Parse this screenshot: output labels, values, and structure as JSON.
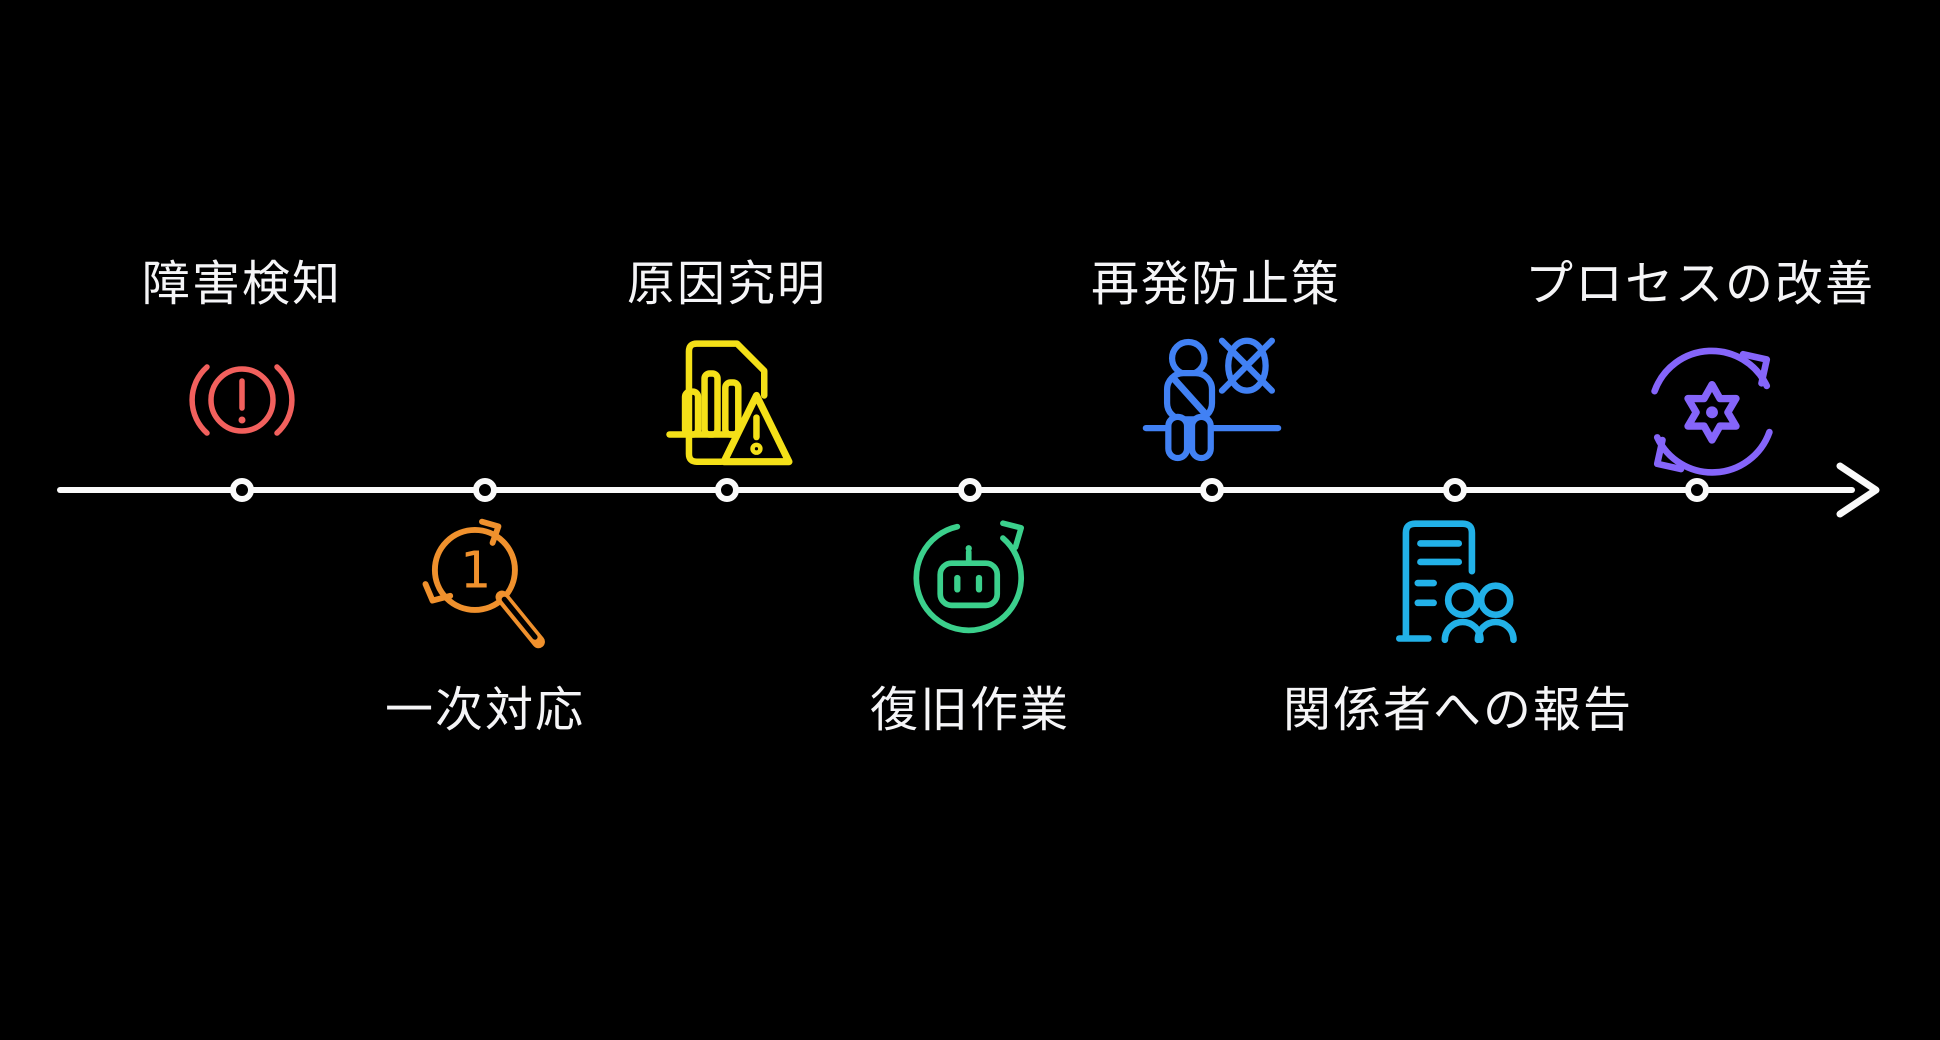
{
  "diagram": {
    "type": "timeline",
    "background_color": "#000000",
    "timeline_color": "#fafafa",
    "marker_count": 7,
    "stages": [
      {
        "label": "障害検知",
        "icon": "brake-alert-icon",
        "color": "#f2605d",
        "position": "above"
      },
      {
        "label": "一次対応",
        "icon": "magnifier-first-response-icon",
        "color": "#f0912d",
        "position": "below",
        "badge": "1"
      },
      {
        "label": "原因究明",
        "icon": "document-warning-icon",
        "color": "#f4e018",
        "position": "above"
      },
      {
        "label": "復旧作業",
        "icon": "robot-restore-icon",
        "color": "#3bd08c",
        "position": "below"
      },
      {
        "label": "再発防止策",
        "icon": "seatbelt-prevention-icon",
        "color": "#4181f4",
        "position": "above"
      },
      {
        "label": "関係者への報告",
        "icon": "stakeholder-report-icon",
        "color": "#22b1e8",
        "position": "below"
      },
      {
        "label": "プロセスの改善",
        "icon": "process-improvement-icon",
        "color": "#8565fa",
        "position": "above"
      }
    ]
  }
}
